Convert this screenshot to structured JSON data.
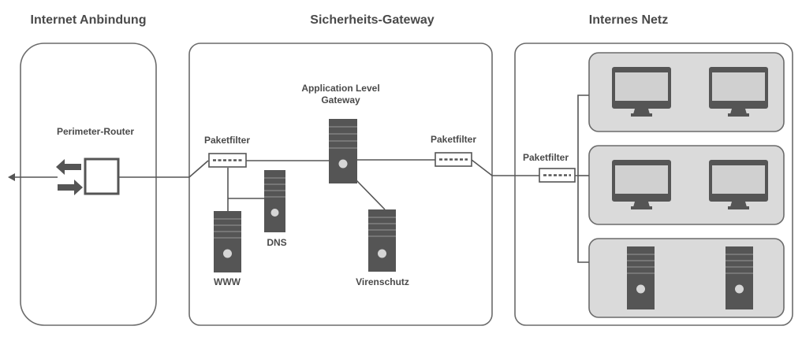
{
  "headings": {
    "internet": "Internet Anbindung",
    "gateway": "Sicherheits-Gateway",
    "internal": "Internes Netz"
  },
  "labels": {
    "perimeter_router": "Perimeter-Router",
    "paketfilter_left": "Paketfilter",
    "paketfilter_right": "Paketfilter",
    "paketfilter_internal": "Paketfilter",
    "alg_line1": "Application Level",
    "alg_line2": "Gateway",
    "dns": "DNS",
    "www": "WWW",
    "virenschutz": "Virenschutz"
  },
  "colors": {
    "device": "#555555",
    "group_fill": "#dadada",
    "border": "#6b6b6b",
    "text": "#4a4a4a"
  },
  "icons": {
    "router": "router-icon",
    "server": "server-icon",
    "monitor": "monitor-icon",
    "packet_filter": "packet-filter-icon"
  }
}
